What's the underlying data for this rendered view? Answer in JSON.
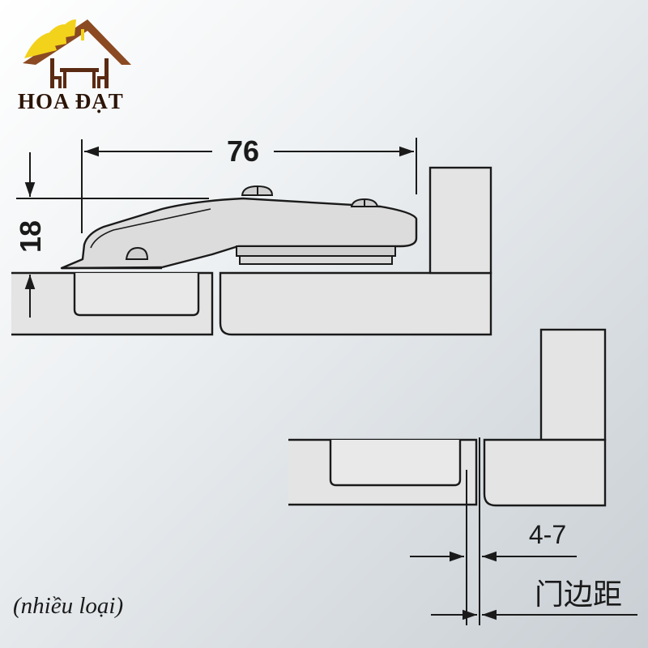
{
  "brand": {
    "name": "HOA ĐẠT",
    "logo_icon": "house-roof-dining-table-icon",
    "colors": {
      "roof": "#8b4a22",
      "accent": "#f2d21a",
      "furniture": "#5a2a12"
    }
  },
  "diagram": {
    "dim_width": "76",
    "dim_height": "18",
    "dim_gap": "4-7",
    "gap_label": "门边距",
    "line_color": "#1a1a1a",
    "panel_fill": "#e4e4e4",
    "hinge_fill": "#dcdcdc"
  },
  "caption": "(nhiều loại)"
}
